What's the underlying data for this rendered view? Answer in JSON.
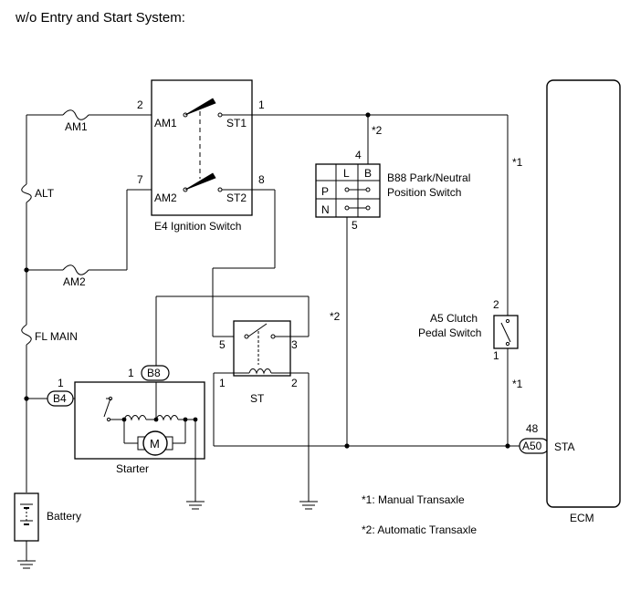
{
  "title": "w/o Entry and Start System:",
  "fuses": {
    "am1": "AM1",
    "am2": "AM2",
    "alt": "ALT",
    "fl_main": "FL MAIN"
  },
  "ignition_switch": {
    "label": "E4 Ignition Switch",
    "terminals": {
      "am1": "AM1",
      "st1": "ST1",
      "am2": "AM2",
      "st2": "ST2"
    },
    "pins": {
      "p2": "2",
      "p1": "1",
      "p7": "7",
      "p8": "8"
    }
  },
  "park_neutral_switch": {
    "label_line1": "B88 Park/Neutral",
    "label_line2": "Position Switch",
    "cols": [
      "L",
      "B"
    ],
    "rows": [
      "P",
      "N"
    ],
    "pin_top": "4",
    "pin_bottom": "5"
  },
  "clutch_switch": {
    "label_line1": "A5 Clutch",
    "label_line2": "Pedal Switch",
    "pin_top": "2",
    "pin_bottom": "1"
  },
  "st_relay": {
    "label": "ST",
    "pins": {
      "p5": "5",
      "p3": "3",
      "p1": "1",
      "p2": "2"
    }
  },
  "starter": {
    "label": "Starter",
    "motor": "M",
    "connector_b4": "B4",
    "connector_b8": "B8",
    "pin_b4": "1",
    "pin_b8": "1"
  },
  "battery": {
    "label": "Battery"
  },
  "ecm": {
    "label": "ECM",
    "terminal": "STA",
    "connector": "A50",
    "pin": "48"
  },
  "markers": {
    "m2_top": "*2",
    "m1_top": "*1",
    "m2_mid": "*2",
    "m1_bot": "*1"
  },
  "notes": {
    "note1": "*1: Manual Transaxle",
    "note2": "*2: Automatic Transaxle"
  }
}
